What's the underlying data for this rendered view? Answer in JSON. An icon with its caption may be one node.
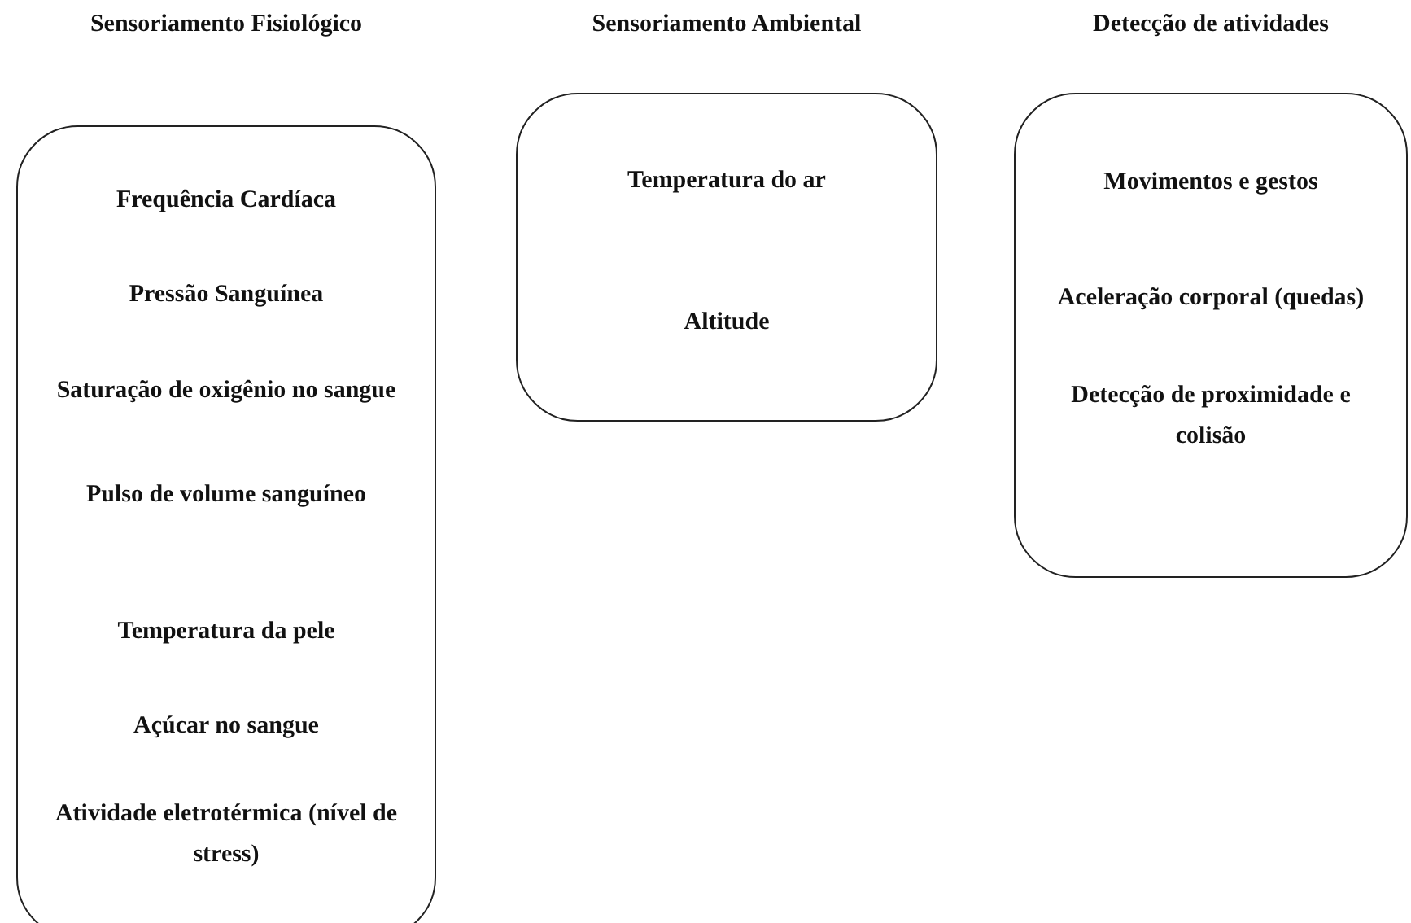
{
  "diagram": {
    "nodes": [
      {
        "text": [
          "Sensoriamento Fisiológico",
          "Frequência Cardíaca",
          "Pressão Sanguínea",
          "Saturação de oxigênio no sangue",
          "Pulso de volume sanguíneo",
          "Temperatura da pele",
          "Açúcar no sangue",
          "Atividade eletrotérmica (nível de stress)"
        ]
      },
      {
        "text": [
          "Sensoriamento Ambiental",
          "Temperatura do ar",
          "Altitude"
        ]
      },
      {
        "text": [
          "Detecção de atividades",
          "Movimentos e gestos",
          "Aceleração corporal (quedas)",
          "Detecção de proximidade e colisão"
        ]
      }
    ]
  }
}
